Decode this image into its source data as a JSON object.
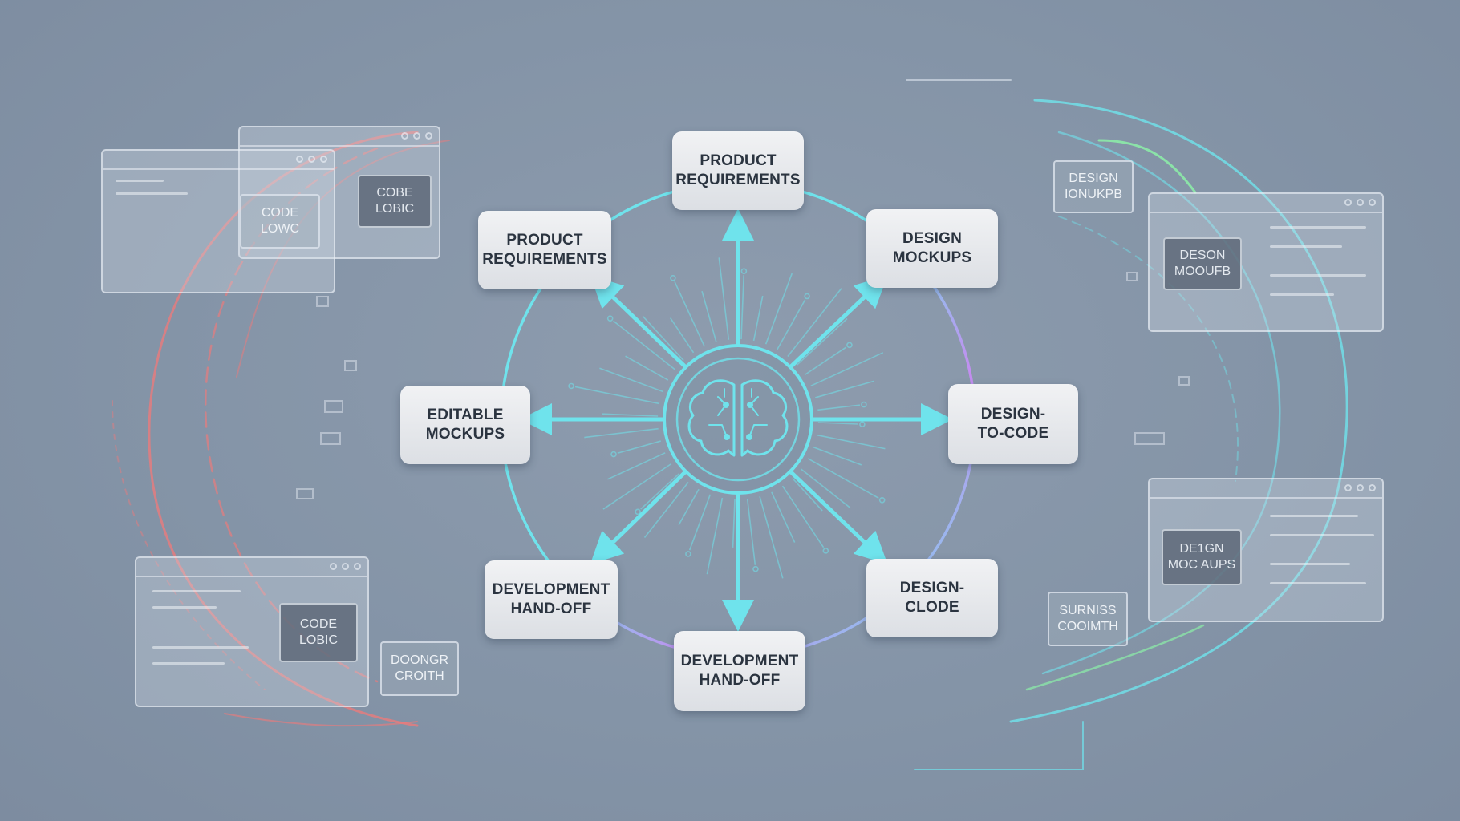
{
  "diagram": {
    "center": {
      "icon": "brain-icon"
    },
    "nodes": [
      {
        "id": "top",
        "label": "PRODUCT\nREQUIREMENTS"
      },
      {
        "id": "upper-left",
        "label": "PRODUCT\nREQUIREMENTS"
      },
      {
        "id": "upper-right",
        "label": "DESIGN\nMOCKUPS"
      },
      {
        "id": "left",
        "label": "EDITABLE\nMOCKUPS"
      },
      {
        "id": "right",
        "label": "DESIGN-\nTO-CODE"
      },
      {
        "id": "lower-left",
        "label": "DEVELOPMENT\nHAND-OFF"
      },
      {
        "id": "lower-right",
        "label": "DESIGN-\nCLODE"
      },
      {
        "id": "bottom",
        "label": "DEVELOPMENT\nHAND-OFF"
      }
    ]
  },
  "side_panels": {
    "left_top_chip_1": "CODE\nLOWC",
    "left_top_chip_2": "COBE\nLOBIC",
    "left_bottom_chip": "CODE\nLOBIC",
    "left_bottom_tag": "DOONGR\nCROITH",
    "right_top_tag": "DESIGN\nIONUKPB",
    "right_top_chip": "DESON\nMOOUFB",
    "right_bottom_chip": "DE1GN\nMOC AUPS",
    "right_bottom_tag": "SURNISS\nCOOIMTH"
  },
  "colors": {
    "background": "#8494a7",
    "cyan": "#6fe3ec",
    "purple": "#c48cf0",
    "red": "#f07a7a",
    "green": "#8cf0a8",
    "node_fill": "#e8eaed",
    "node_text": "#2b3440"
  }
}
